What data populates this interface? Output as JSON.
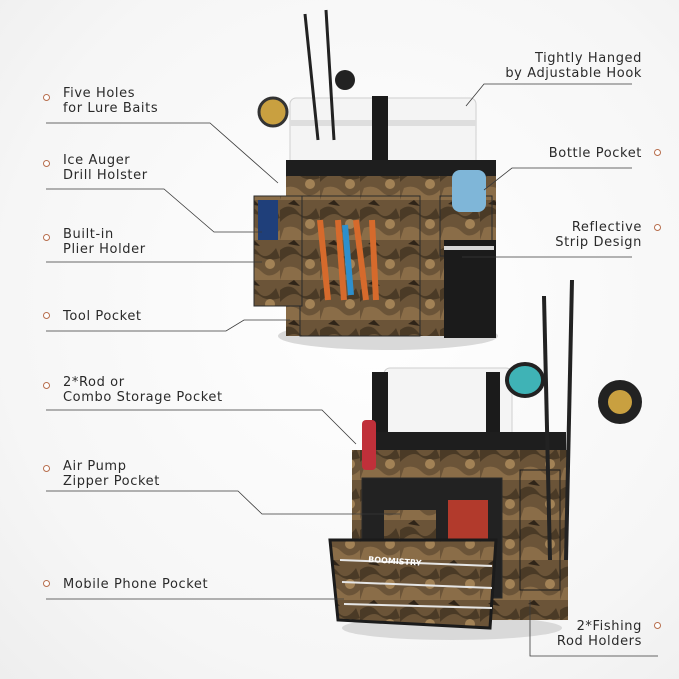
{
  "callouts_left": [
    {
      "line1": "Five Holes",
      "line2": "for Lure Baits"
    },
    {
      "line1": "Ice Auger",
      "line2": "Drill Holster"
    },
    {
      "line1": "Built-in",
      "line2": "Plier Holder"
    },
    {
      "line1": "Tool Pocket",
      "line2": ""
    },
    {
      "line1": "2*Rod or",
      "line2": "Combo Storage Pocket"
    },
    {
      "line1": "Air Pump",
      "line2": "Zipper Pocket"
    },
    {
      "line1": "Mobile Phone Pocket",
      "line2": ""
    }
  ],
  "callouts_right": [
    {
      "line1": "Tightly Hanged",
      "line2": "by Adjustable Hook"
    },
    {
      "line1": "Bottle Pocket",
      "line2": ""
    },
    {
      "line1": "Reflective",
      "line2": "Strip Design"
    },
    {
      "line1": "2*Fishing",
      "line2": "Rod Holders"
    }
  ],
  "brand_text": "BOOMISTRY",
  "colors": {
    "accent": "#b76e4d",
    "text": "#2a2a2a",
    "line": "#3a3a3a"
  }
}
